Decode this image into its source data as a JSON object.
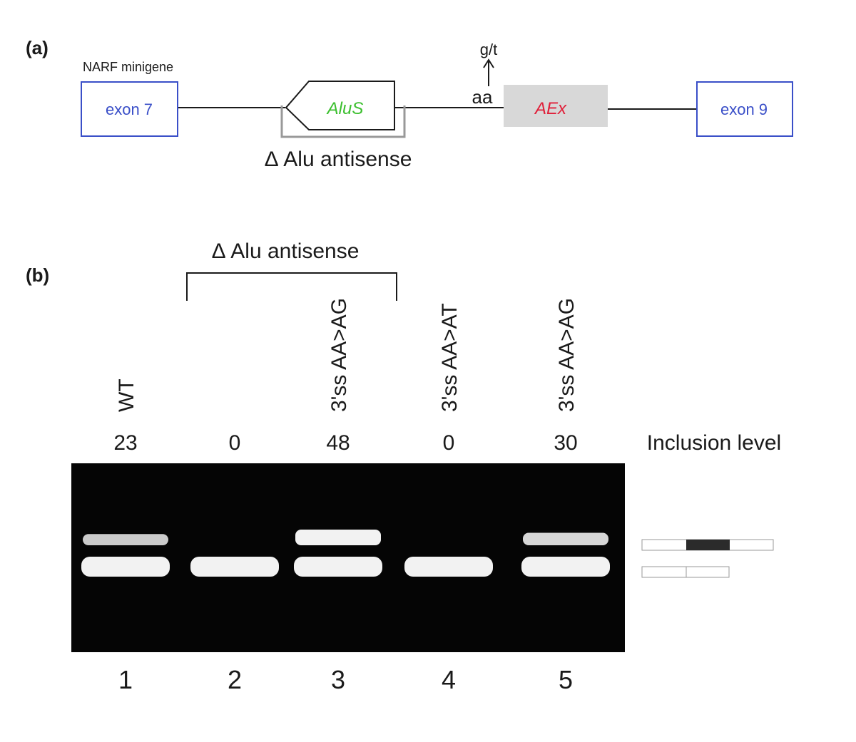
{
  "panel_a": {
    "label": "(a)",
    "construct_name": "NARF minigene",
    "exon_left": "exon 7",
    "alu": "AluS",
    "cryptic_exon": "AEx",
    "exon_right": "exon 9",
    "splice_site_wt": "aa",
    "splice_site_mut": "g/t",
    "deletion_label": "Δ Alu antisense",
    "colors": {
      "exon_border": "#3a4fc8",
      "exon_text": "#3a4fc8",
      "alu_text": "#3bbf2e",
      "aex_text": "#e0203a",
      "aex_fill": "#d8d8d8",
      "deletion_bracket": "#999999"
    }
  },
  "panel_b": {
    "label": "(b)",
    "group_label": "Δ Alu antisense",
    "lane_headers": [
      "WT",
      "",
      "3'ss AA>AG",
      "3'ss AA>AT",
      "3'ss AA>AG"
    ],
    "inclusion_label": "Inclusion level",
    "inclusion_levels": [
      "23",
      "0",
      "48",
      "0",
      "30"
    ],
    "lane_numbers": [
      "1",
      "2",
      "3",
      "4",
      "5"
    ],
    "upper_band_present": [
      true,
      false,
      true,
      false,
      true
    ],
    "lower_band_present": [
      true,
      true,
      true,
      true,
      true
    ],
    "colors": {
      "gel_background": "#050505",
      "band": "#f2f2f2",
      "legend_exon_fill": "#2b2b2b"
    }
  }
}
